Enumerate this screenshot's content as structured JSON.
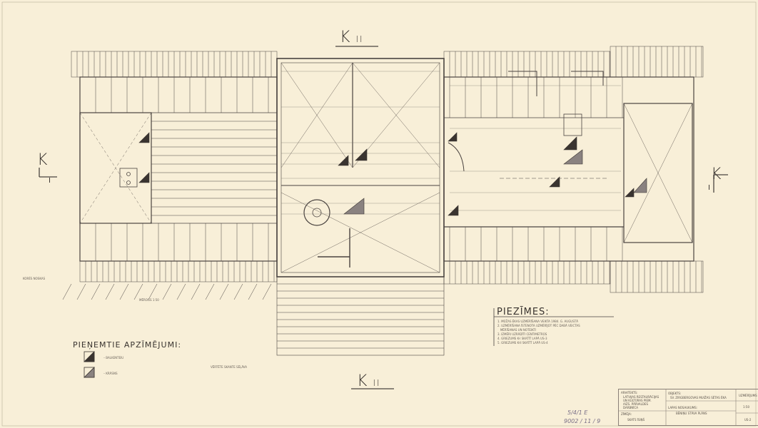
{
  "sections": {
    "top": {
      "letter": "K",
      "numeral": "II"
    },
    "bottom": {
      "letter": "K",
      "numeral": "II"
    },
    "left": {
      "letter": "K",
      "numeral": "I"
    },
    "right": {
      "letter": "K",
      "numeral": "I"
    }
  },
  "legend": {
    "title": "PIEŅEMTIE APZĪMĒJUMI:",
    "items": [
      {
        "label": "– BALKENTEIU"
      },
      {
        "label": "– KRĀSNS"
      }
    ]
  },
  "notes": {
    "title": "PIEZĪMES:",
    "lines": [
      "1. MŪŽAS ĒKAS UZMĒRĪŠANA VEIKTA 1984. G. AUGUSTĀ",
      "2. UZMĒRĪŠANA ĪSTENOTA UZMĒRĪJOT PĒC DABĀ VEICTAS",
      "   MĒRĪŠANAS UN NOTEIKTI",
      "3. IZMĒRI UZRĀDĪTI CENTIMETROS",
      "4. GRIEZUMS K-I SKATĪT LAPĀ US-3",
      "5. GRIEZUMS K-II SKATĪT LAPĀ US-4"
    ]
  },
  "labels": {
    "left_wing_note": "KORĒS NOSKAS",
    "left_wing_dim": "MĒROGS 1:50",
    "stairs_note": "VĒRTĒTE SKANTE SĒĻĀVA"
  },
  "title_block": {
    "architect_label": "ARHITEKTS:",
    "architect_lines": [
      "LATVIJAS RESTAURĀCIJAS",
      "UN KULTŪRAS PIEM.",
      "AIZS. PĀRVALDES",
      "DARBNĪCA"
    ],
    "drafter_label": "ZĪMĒJA:",
    "drafter_name": "SKATS ĪSIŅŠ",
    "object_label": "OBJEKTS:",
    "object_name": "SV. ZIRGBERGOVAS MUIŽAS SĒTAS ĒKA",
    "sheet_label": "LAPAS NOSAUKUMS:",
    "sheet_name": "BĒNIŅU STĀVA PLĀNS",
    "stage": "UZMĒRĪJUMS",
    "scale": "1:50",
    "sheet_no": "US-2"
  },
  "handwriting": {
    "line1": "5/4/1  E",
    "line2": "9002 / 11  / 9"
  },
  "colors": {
    "paper": "#f8efd8",
    "ink": "#3a3430"
  }
}
